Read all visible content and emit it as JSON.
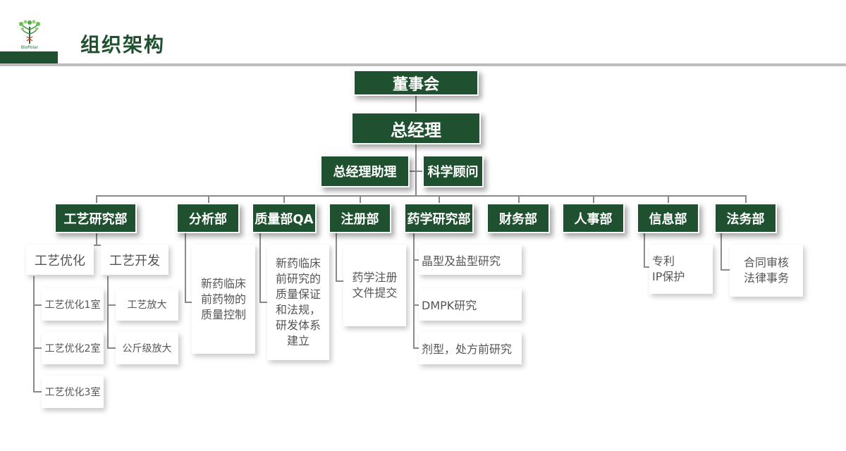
{
  "header": {
    "title": "组织架构",
    "logo_text": "BioPolar"
  },
  "colors": {
    "primary_green": "#1f5130",
    "line_gray": "#8a8a8a",
    "bar_gray": "#bdbdbd"
  },
  "board": "董事会",
  "gm": "总经理",
  "gm_assistant": "总经理助理",
  "science_advisor": "科学顾问",
  "departments": {
    "process": "工艺研究部",
    "analysis": "分析部",
    "qa": "质量部QA",
    "registration": "注册部",
    "pharmaceutics": "药学研究部",
    "finance": "财务部",
    "hr": "人事部",
    "info": "信息部",
    "legal": "法务部"
  },
  "process": {
    "optimize": "工艺优化",
    "develop": "工艺开发",
    "opt_rooms": [
      "工艺优化1室",
      "工艺优化2室",
      "工艺优化3室"
    ],
    "dev_items": [
      "工艺放大",
      "公斤级放大"
    ]
  },
  "analysis_desc": "新药临床\n前药物的\n质量控制",
  "qa_desc": "新药临床\n前研究的\n质量保证\n和法规，\n研发体系\n建立",
  "registration_desc": "药学注册\n文件提交",
  "pharmaceutics_items": [
    "晶型及盐型研究",
    "DMPK研究",
    "剂型，处方前研究"
  ],
  "info_desc": "专利\nIP保护",
  "legal_desc": "合同审核\n法律事务"
}
